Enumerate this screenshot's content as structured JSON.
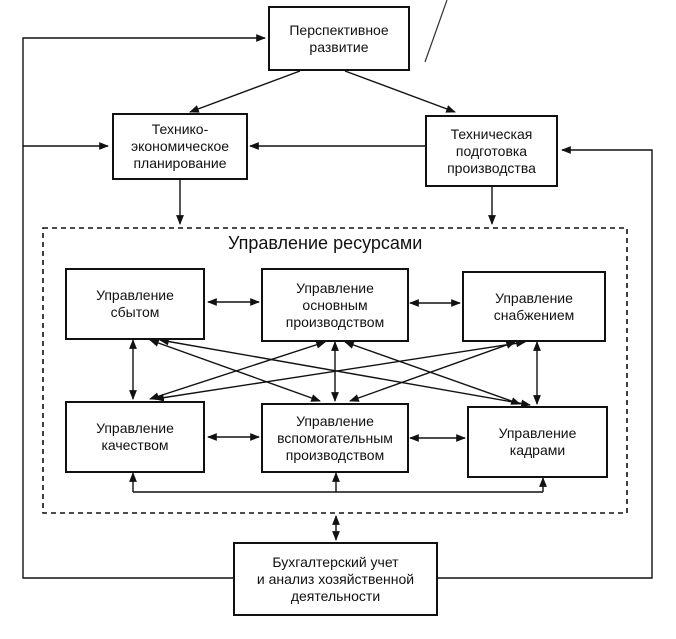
{
  "diagram": {
    "nodes": {
      "perspective": "Перспективное\nразвитие",
      "tech_econ_planning": "Технико-\nэкономическое\nпланирование",
      "tech_prep": "Техническая\nподготовка\nпроизводства",
      "sales": "Управление\nсбытом",
      "main_production": "Управление\nосновным\nпроизводством",
      "supply": "Управление\nснабжением",
      "quality": "Управление\nкачеством",
      "aux_production": "Управление\nвспомогательным\nпроизводством",
      "personnel": "Управление\nкадрами",
      "accounting": "Бухгалтерский учет\nи анализ хозяйственной\nдеятельности"
    },
    "group_title": "Управление ресурсами",
    "colors": {
      "line": "#111111",
      "background": "#ffffff"
    }
  }
}
